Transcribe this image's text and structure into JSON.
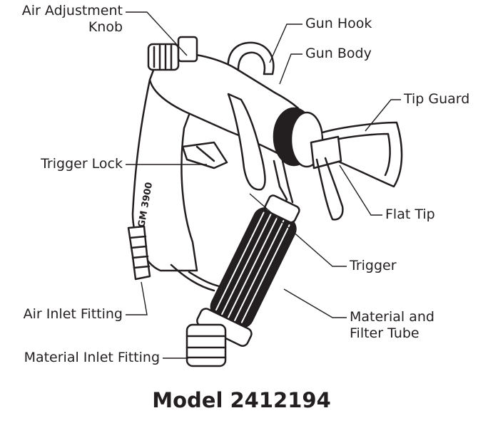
{
  "callouts": {
    "air_adjustment_knob": "Air Adjustment\nKnob",
    "gun_hook": "Gun Hook",
    "gun_body": "Gun Body",
    "tip_guard": "Tip Guard",
    "trigger_lock": "Trigger Lock",
    "flat_tip": "Flat Tip",
    "trigger": "Trigger",
    "air_inlet_fitting": "Air Inlet Fitting",
    "material_filter_tube": "Material and\nFilter Tube",
    "material_inlet_fitting": "Material Inlet Fitting"
  },
  "model_label": "Model 2412194",
  "body_marking": "GM 3900",
  "colors": {
    "ink": "#231f20",
    "background": "#ffffff"
  }
}
